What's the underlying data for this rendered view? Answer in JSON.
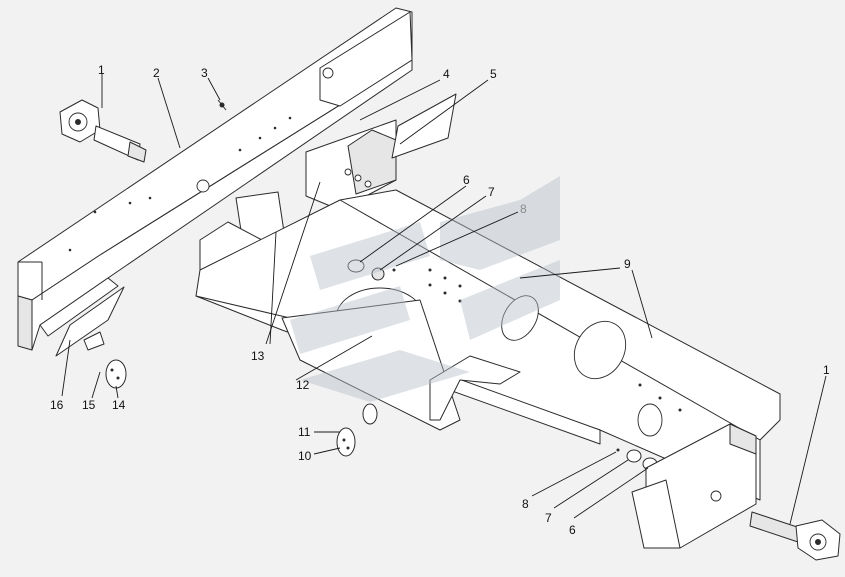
{
  "callouts": {
    "c1_top": "1",
    "c2": "2",
    "c3": "3",
    "c4": "4",
    "c5": "5",
    "c6_top": "6",
    "c7_top": "7",
    "c8_top": "8",
    "c9": "9",
    "c13": "13",
    "c12": "12",
    "c16": "16",
    "c15": "15",
    "c14": "14",
    "c11": "11",
    "c10": "10",
    "c8_bottom": "8",
    "c7_bottom": "7",
    "c6_bottom": "6",
    "c1_bottom": "1"
  },
  "colors": {
    "background": "#f2f2f2",
    "line": "#2b2b2b",
    "watermark": "#b5bfc7",
    "muted_label": "#8a8a8a"
  }
}
